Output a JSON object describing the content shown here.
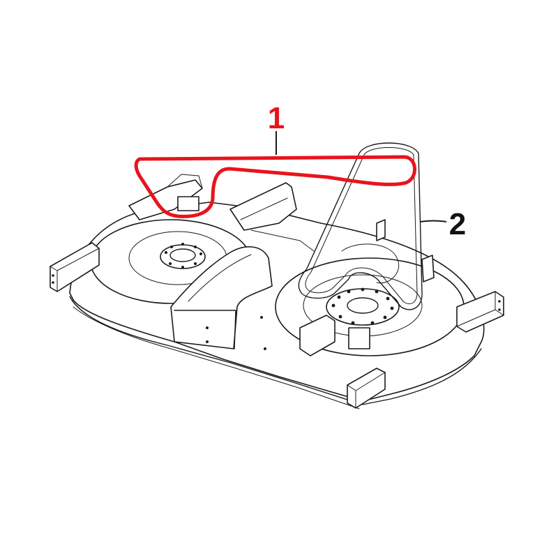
{
  "callouts": [
    {
      "id": "1",
      "label": "1",
      "color": "#e8141c"
    },
    {
      "id": "2",
      "label": "2",
      "color": "#111111"
    }
  ],
  "colors": {
    "highlight_belt": "#e8141c",
    "line_art": "#1a1a1a",
    "background": "#ffffff"
  }
}
